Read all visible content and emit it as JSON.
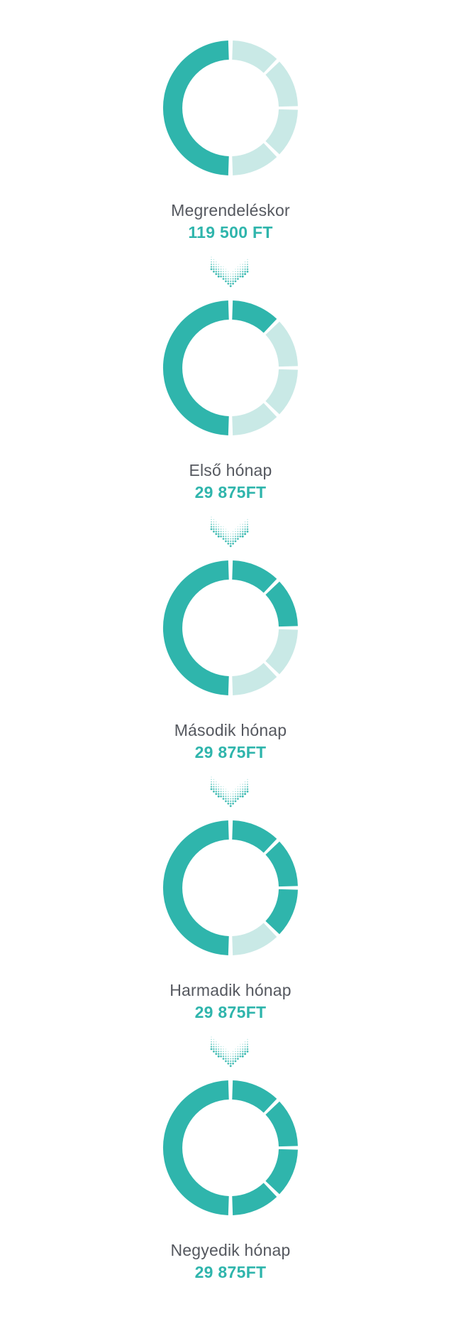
{
  "colors": {
    "filled": "#2fb5ac",
    "empty": "#c9e9e6",
    "label": "#55585f",
    "amount": "#2fb5ac"
  },
  "steps": [
    {
      "label": "Megrendeléskor",
      "amount": "119 500 FT",
      "paid_quarters": 0
    },
    {
      "label": "Első hónap",
      "amount": "29 875FT",
      "paid_quarters": 1
    },
    {
      "label": "Második hónap",
      "amount": "29 875FT",
      "paid_quarters": 2
    },
    {
      "label": "Harmadik hónap",
      "amount": "29 875FT",
      "paid_quarters": 3
    },
    {
      "label": "Negyedik hónap",
      "amount": "29 875FT",
      "paid_quarters": 4
    }
  ],
  "arrow_icon": "dotted-chevron-down-icon"
}
